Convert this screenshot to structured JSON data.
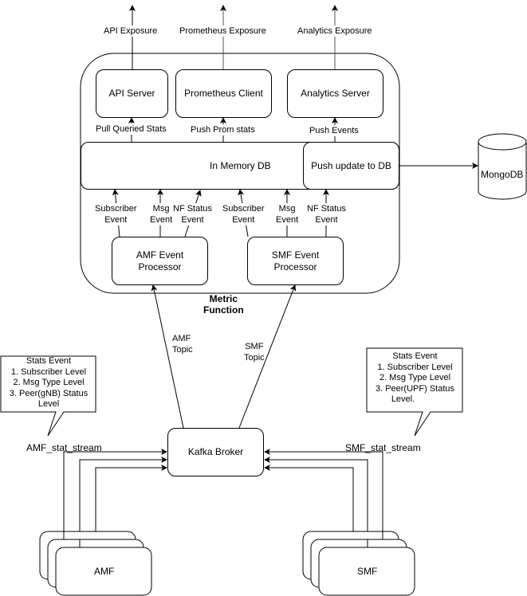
{
  "diagram": {
    "exposures": {
      "api": "API Exposure",
      "prometheus": "Prometheus Exposure",
      "analytics": "Analytics Exposure"
    },
    "servers": {
      "api": "API Server",
      "prometheus": "Prometheus Client",
      "analytics": "Analytics Server"
    },
    "push_labels": {
      "api": "Pull Queried Stats",
      "prometheus": "Push Prom stats",
      "analytics": "Push Events"
    },
    "in_memory_db": "In Memory DB",
    "push_update_db": "Push update to DB",
    "mongodb": "MongoDB",
    "amf_events": {
      "subscriber": [
        "Subscriber",
        "Event"
      ],
      "msg": [
        "Msg",
        "Event"
      ],
      "nf_status": [
        "NF Status",
        "Event"
      ]
    },
    "smf_events": {
      "subscriber": [
        "Subscriber",
        "Event"
      ],
      "msg": [
        "Msg",
        "Event"
      ],
      "nf_status": [
        "NF Status",
        "Event"
      ]
    },
    "amf_processor": [
      "AMF Event",
      "Processor"
    ],
    "smf_processor": [
      "SMF Event",
      "Processor"
    ],
    "metric_function": [
      "Metric",
      "Function"
    ],
    "amf_topic": [
      "AMF",
      "Topic"
    ],
    "smf_topic": [
      "SMF",
      "Topic"
    ],
    "kafka_broker": "Kafka Broker",
    "amf_stream": "AMF_stat_stream",
    "smf_stream": "SMF_stat_stream",
    "amf_callout": [
      "Stats Event",
      "1. Subscriber Level",
      "2. Msg Type Level",
      "3. Peer(gNB) Status",
      "Level"
    ],
    "smf_callout": [
      "Stats Event",
      "1. Subscriber Level",
      "2. Msg Type Level",
      "3. Peer(UPF) Status",
      "Level."
    ],
    "amf_node": "AMF",
    "smf_node": "SMF"
  }
}
